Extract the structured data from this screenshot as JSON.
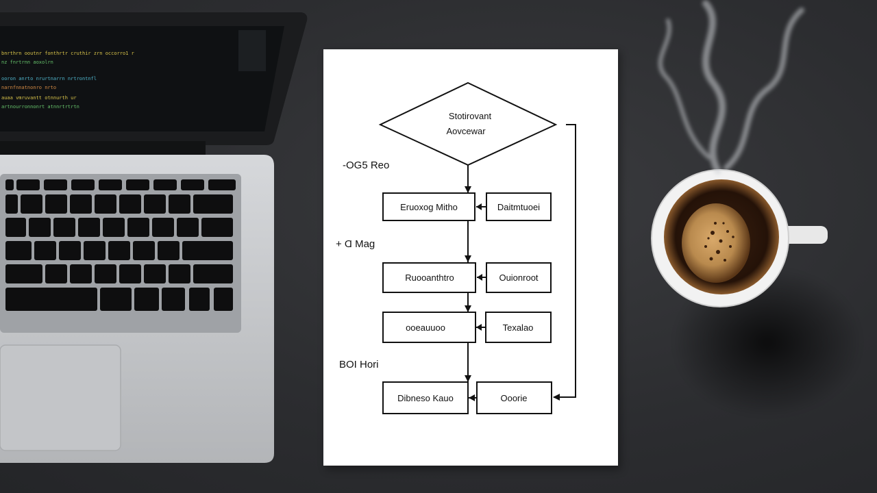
{
  "flowchart": {
    "decision_line1": "Stotirovant",
    "decision_line2": "Aovcewar",
    "side_labels": [
      "-OG5 Reo",
      "+ Ɑ Mag",
      "BOI Hori"
    ],
    "left_boxes": [
      "Eruoxog Mitho",
      "Ruooanthtro",
      "ooeauuoo",
      "Dibneso Kauo"
    ],
    "right_boxes": [
      "Daitmtuoei",
      "Ouionroot",
      "Texalao",
      "Ooorie"
    ]
  },
  "laptop_screen": {
    "code_lines": [
      "bnrthrn ooutnr fonthrtr cruthir zrn occorro1 r",
      "nz fnrtrnn aoxolrn",
      "ooron anrto nrurtnarrn nrtrontnfl",
      "narnfnnatnonro nrto",
      "auaa vmruvantt otnnurth ur",
      "artnourronnonrt atnnrtrtrtn"
    ],
    "code_colors": [
      "#d8c34a",
      "#66c26b",
      "#4fb3c9",
      "#d48b45"
    ]
  },
  "colors": {
    "desk": "#2e2f32",
    "paper": "#ffffff",
    "ink": "#111111",
    "laptop_body": "#c7c9cc",
    "keycap": "#0e0e0f",
    "coffee": "#2a160b",
    "crema": "#b98a4e"
  }
}
